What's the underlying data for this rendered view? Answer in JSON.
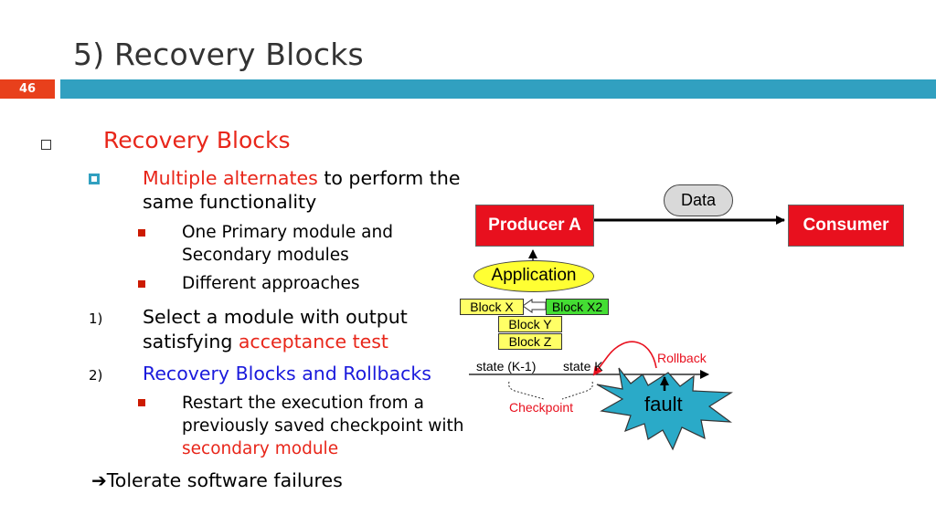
{
  "slide": {
    "title": "5) Recovery Blocks",
    "number": "46"
  },
  "content": {
    "heading": "Recovery Blocks",
    "sub1_red": "Multiple alternates",
    "sub1_rest_a": " to perform the",
    "sub1_rest_b": "same functionality",
    "sub1_item1_a": "One Primary module and",
    "sub1_item1_b": "Secondary modules",
    "sub1_item2": "Different approaches",
    "n1_marker": "1)",
    "n1_a": "Select a module with output",
    "n1_b_plain": "satisfying ",
    "n1_b_red": "acceptance test",
    "n2_marker": "2)",
    "n2_text": "Recovery Blocks and Rollbacks",
    "n2_item_a": "Restart the execution from a",
    "n2_item_b": "previously saved checkpoint with",
    "n2_item_c": "secondary module",
    "conclusion": "Tolerate software failures"
  },
  "diagram": {
    "data_label": "Data",
    "producer": "Producer A",
    "consumer": "Consumer",
    "application": "Application",
    "block_x": "Block X",
    "block_x2": "Block X2",
    "block_y": "Block Y",
    "block_z": "Block Z",
    "state_prev": "state (K-1)",
    "state_k": "state K",
    "rollback": "Rollback",
    "checkpoint": "Checkpoint",
    "fault": "fault"
  },
  "colors": {
    "accent_bar": "#31a0c0",
    "slide_number_bg": "#e8401c",
    "red_text": "#e8261a",
    "blue_text": "#1a1adc",
    "producer_consumer_fill": "#e8101e",
    "application_fill": "#ffff33",
    "block_fill": "#ffff66",
    "block_x2_fill": "#44dd33",
    "fault_fill": "#2aaac8"
  }
}
